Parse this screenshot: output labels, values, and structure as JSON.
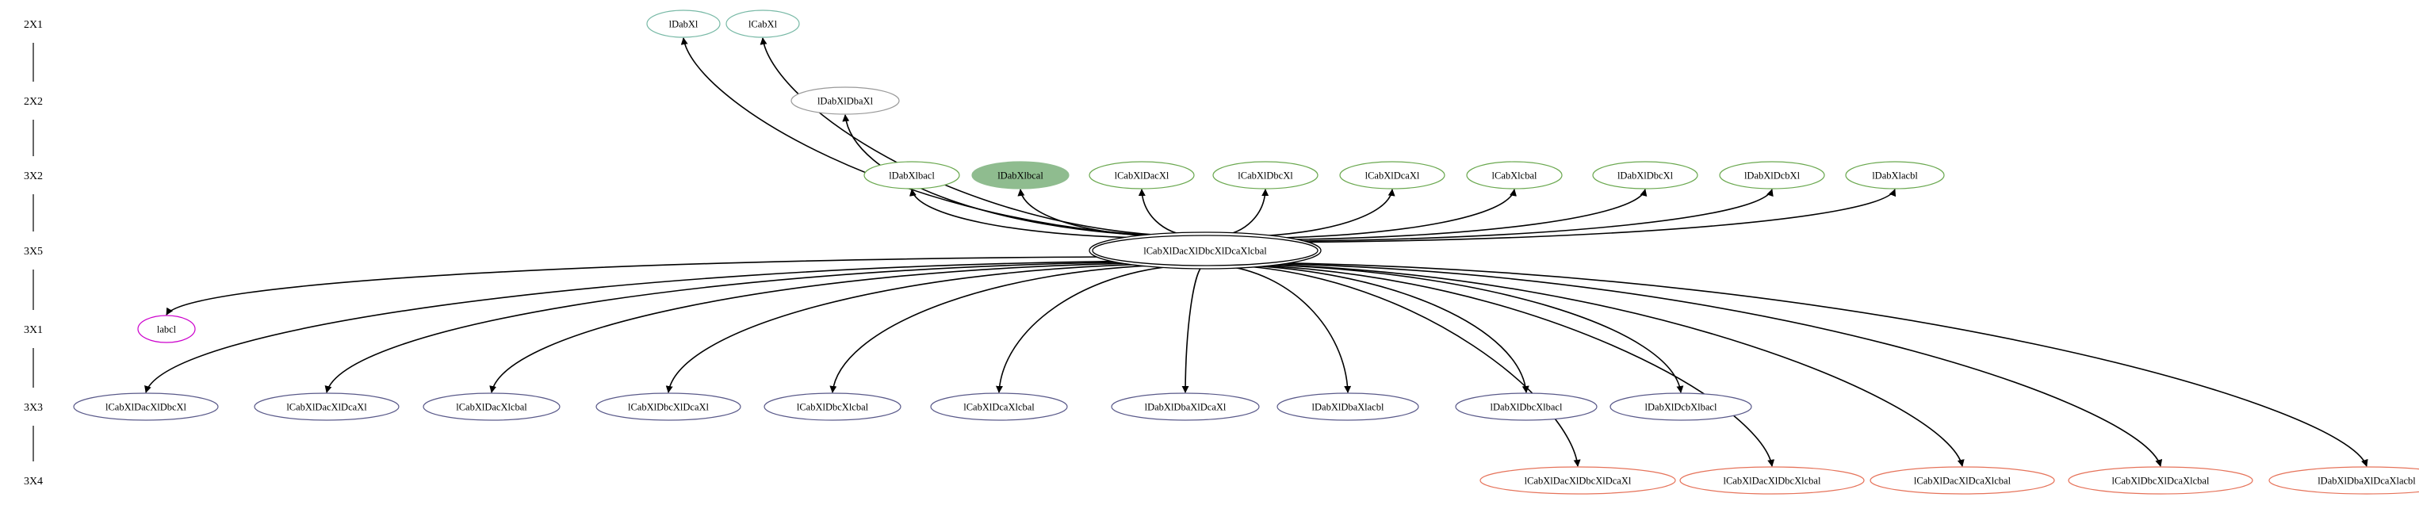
{
  "ranks": [
    {
      "id": "r0",
      "label": "2X1"
    },
    {
      "id": "r1",
      "label": "2X2"
    },
    {
      "id": "r2",
      "label": "3X2"
    },
    {
      "id": "r3",
      "label": "3X5"
    },
    {
      "id": "r4",
      "label": "3X1"
    },
    {
      "id": "r5",
      "label": "3X3"
    },
    {
      "id": "r6",
      "label": "3X4"
    }
  ],
  "colors": {
    "teal": "#78b9a6",
    "gray": "#9a9a9a",
    "green": "#6aa84f",
    "green_fill": "#8fbc8f",
    "magenta": "#cc00cc",
    "navy": "#5a5a8a",
    "red": "#e6735a",
    "black": "#000000"
  },
  "center": {
    "id": "c",
    "label": "lCabXlDacXlDbcXlDcaXlcbal"
  },
  "nodes": [
    {
      "id": "n0",
      "rank": "r0",
      "label": "lDabXl",
      "style": "teal"
    },
    {
      "id": "n1",
      "rank": "r0",
      "label": "lCabXl",
      "style": "teal"
    },
    {
      "id": "n2",
      "rank": "r1",
      "label": "lDabXlDbaXl",
      "style": "gray"
    },
    {
      "id": "n3",
      "rank": "r2",
      "label": "lDabXlbacl",
      "style": "green"
    },
    {
      "id": "n4",
      "rank": "r2",
      "label": "lDabXlbcal",
      "style": "green_filled"
    },
    {
      "id": "n5",
      "rank": "r2",
      "label": "lCabXlDacXl",
      "style": "green"
    },
    {
      "id": "n6",
      "rank": "r2",
      "label": "lCabXlDbcXl",
      "style": "green"
    },
    {
      "id": "n7",
      "rank": "r2",
      "label": "lCabXlDcaXl",
      "style": "green"
    },
    {
      "id": "n8",
      "rank": "r2",
      "label": "lCabXlcbal",
      "style": "green"
    },
    {
      "id": "n9",
      "rank": "r2",
      "label": "lDabXlDbcXl",
      "style": "green"
    },
    {
      "id": "n10",
      "rank": "r2",
      "label": "lDabXlDcbXl",
      "style": "green"
    },
    {
      "id": "n11",
      "rank": "r2",
      "label": "lDabXlacbl",
      "style": "green"
    },
    {
      "id": "n12",
      "rank": "r4",
      "label": "labcl",
      "style": "magenta"
    },
    {
      "id": "n13",
      "rank": "r5",
      "label": "lCabXlDacXlDbcXl",
      "style": "navy"
    },
    {
      "id": "n14",
      "rank": "r5",
      "label": "lCabXlDacXlDcaXl",
      "style": "navy"
    },
    {
      "id": "n15",
      "rank": "r5",
      "label": "lCabXlDacXlcbal",
      "style": "navy"
    },
    {
      "id": "n16",
      "rank": "r5",
      "label": "lCabXlDbcXlDcaXl",
      "style": "navy"
    },
    {
      "id": "n17",
      "rank": "r5",
      "label": "lCabXlDbcXlcbal",
      "style": "navy"
    },
    {
      "id": "n18",
      "rank": "r5",
      "label": "lCabXlDcaXlcbal",
      "style": "navy"
    },
    {
      "id": "n19",
      "rank": "r5",
      "label": "lDabXlDbaXlDcaXl",
      "style": "navy"
    },
    {
      "id": "n20",
      "rank": "r5",
      "label": "lDabXlDbaXlacbl",
      "style": "navy"
    },
    {
      "id": "n21",
      "rank": "r5",
      "label": "lDabXlDbcXlbacl",
      "style": "navy"
    },
    {
      "id": "n22",
      "rank": "r5",
      "label": "lDabXlDcbXlbacl",
      "style": "navy"
    },
    {
      "id": "n23",
      "rank": "r6",
      "label": "lCabXlDacXlDbcXlDcaXl",
      "style": "red"
    },
    {
      "id": "n24",
      "rank": "r6",
      "label": "lCabXlDacXlDbcXlcbal",
      "style": "red"
    },
    {
      "id": "n25",
      "rank": "r6",
      "label": "lCabXlDacXlDcaXlcbal",
      "style": "red"
    },
    {
      "id": "n26",
      "rank": "r6",
      "label": "lCabXlDbcXlDcaXlcbal",
      "style": "red"
    },
    {
      "id": "n27",
      "rank": "r6",
      "label": "lDabXlDbaXlDcaXlacbl",
      "style": "red"
    }
  ],
  "edges_from_center_to": [
    "n0",
    "n1",
    "n2",
    "n3",
    "n4",
    "n5",
    "n6",
    "n7",
    "n8",
    "n9",
    "n10",
    "n11",
    "n12",
    "n13",
    "n14",
    "n15",
    "n16",
    "n17",
    "n18",
    "n19",
    "n20",
    "n21",
    "n22",
    "n23",
    "n24",
    "n25",
    "n26",
    "n27"
  ]
}
